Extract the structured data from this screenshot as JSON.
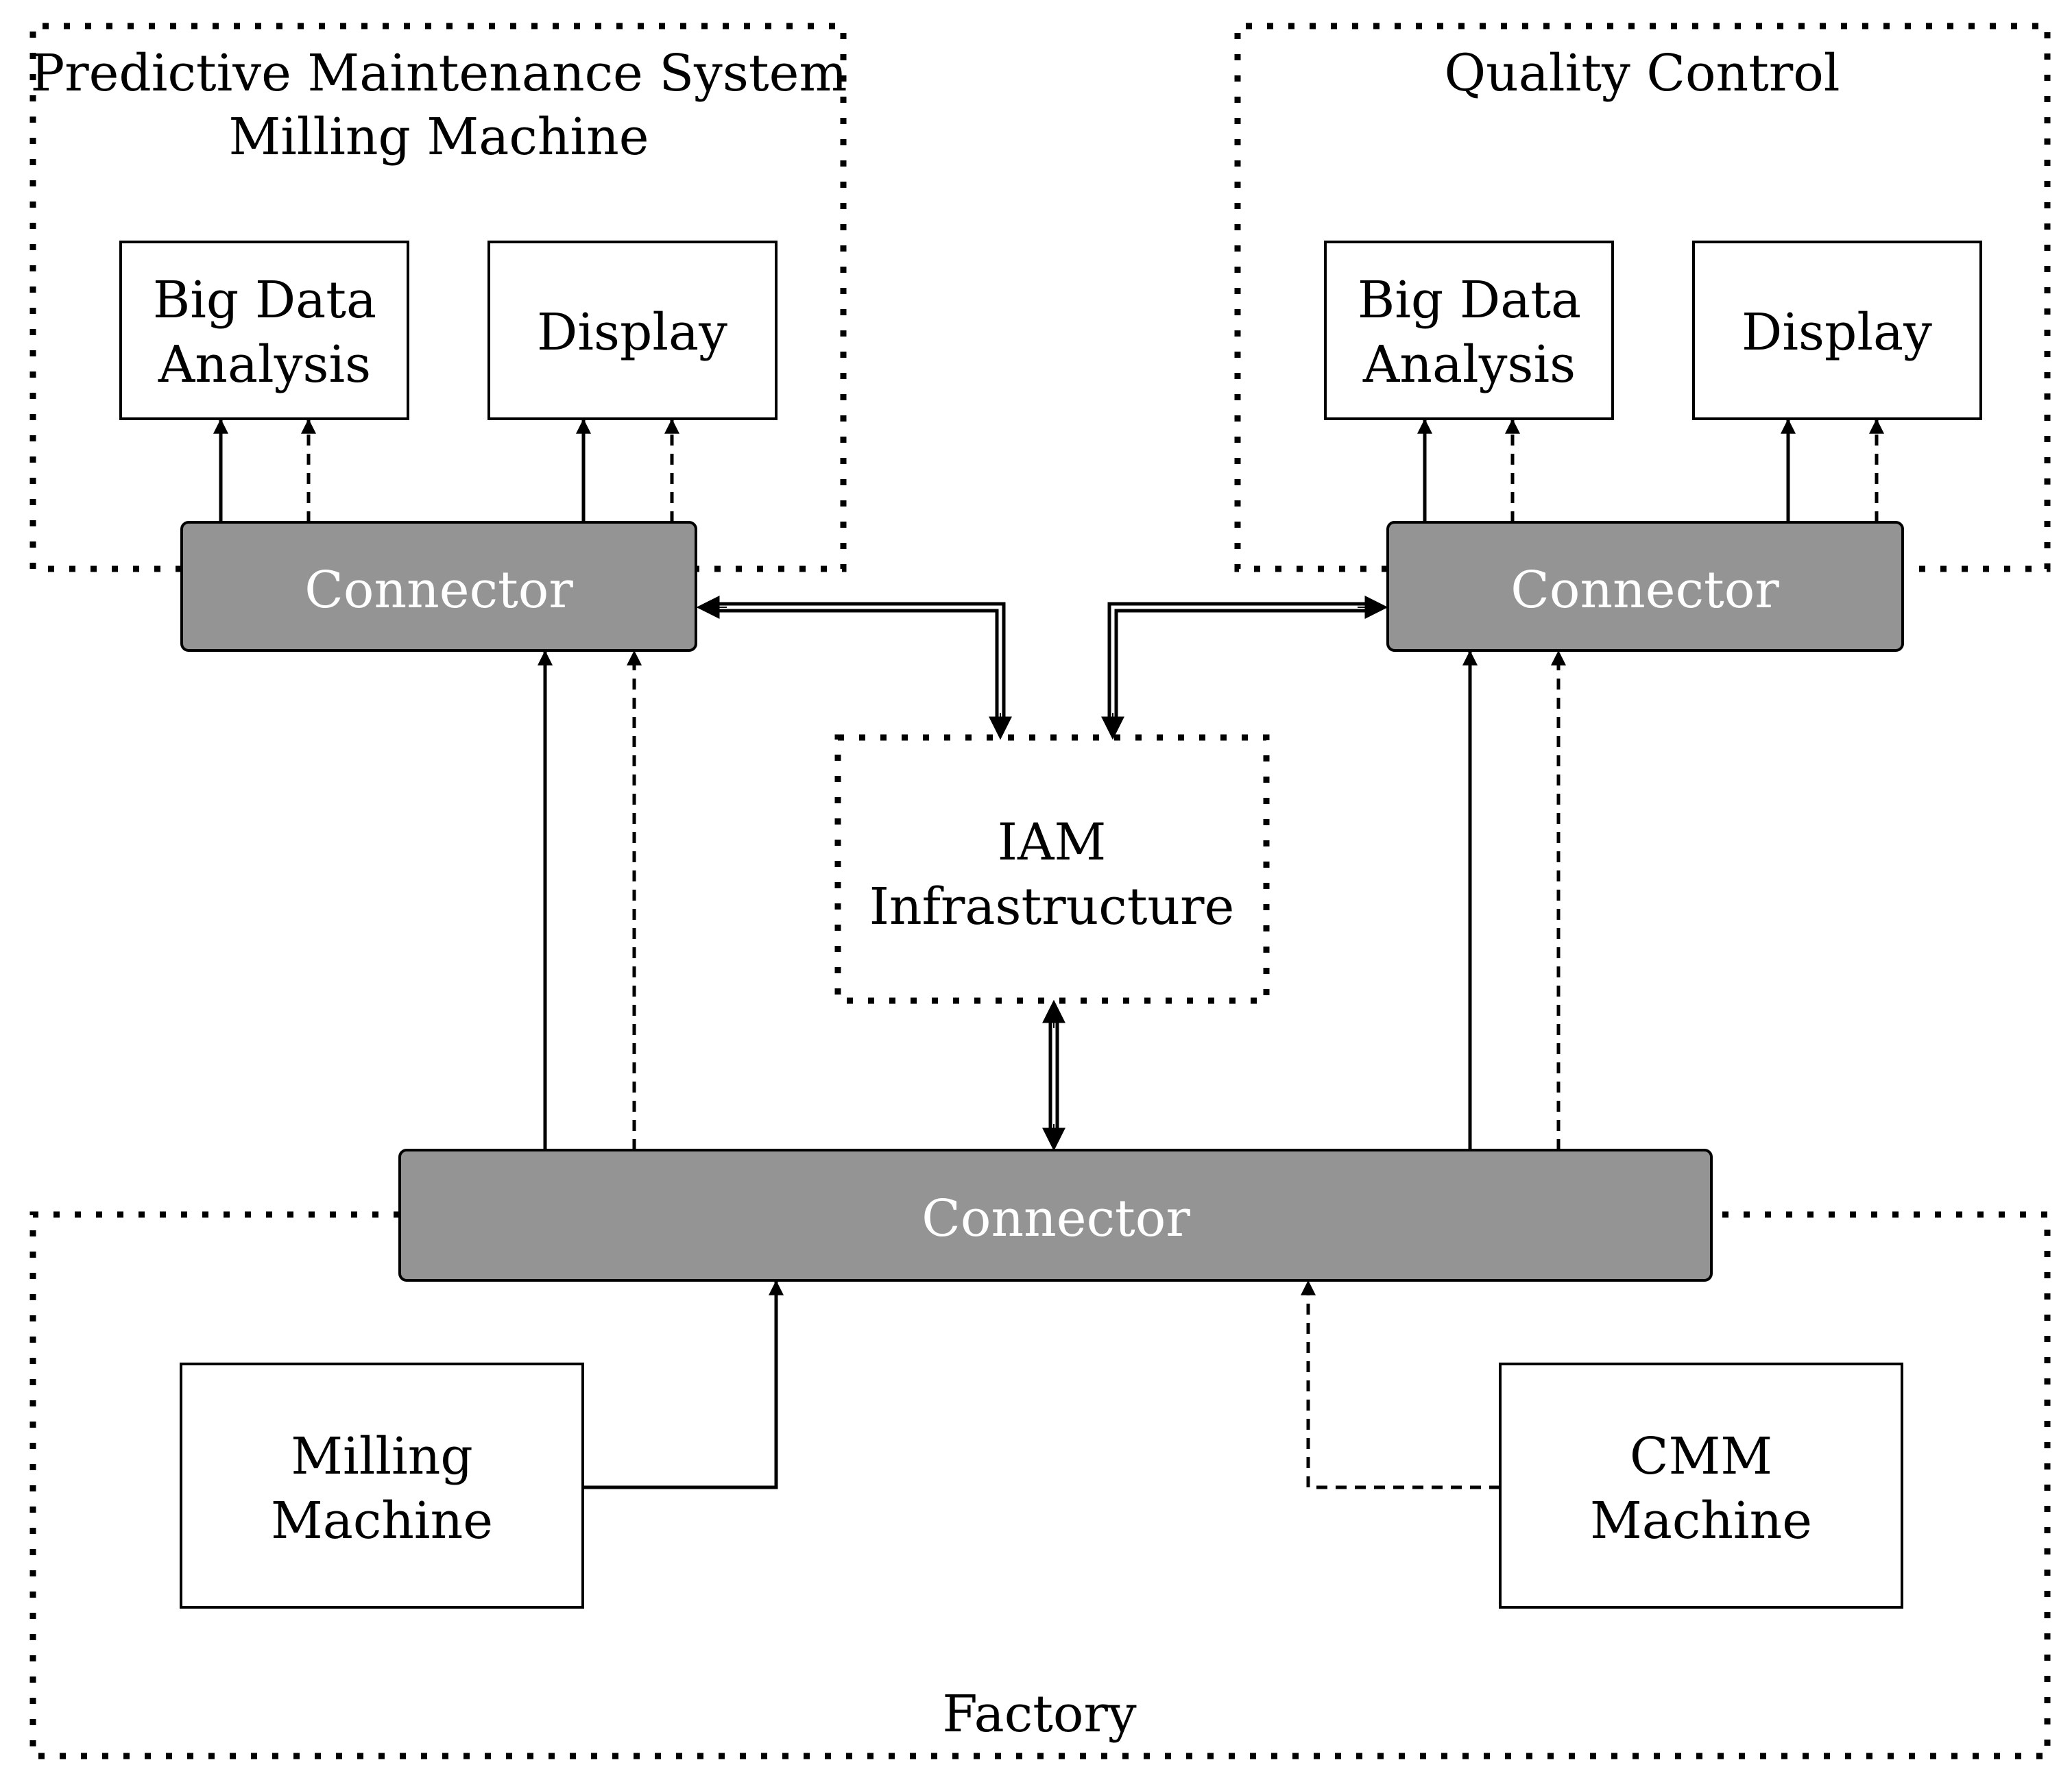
{
  "colors": {
    "stroke": "#000000",
    "connector_fill": "#949494",
    "connector_text": "#ffffff",
    "box_fill": "#ffffff",
    "text": "#000000"
  },
  "groups": {
    "predictive_maintenance": {
      "title_line1": "Predictive Maintenance System",
      "title_line2": "Milling Machine"
    },
    "quality_control": {
      "title": "Quality Control"
    },
    "factory": {
      "title": "Factory"
    }
  },
  "boxes": {
    "left_big_data": {
      "line1": "Big Data",
      "line2": "Analysis"
    },
    "left_display": {
      "label": "Display"
    },
    "right_big_data": {
      "line1": "Big Data",
      "line2": "Analysis"
    },
    "right_display": {
      "label": "Display"
    },
    "iam": {
      "line1": "IAM",
      "line2": "Infrastructure"
    },
    "milling_machine": {
      "line1": "Milling",
      "line2": "Machine"
    },
    "cmm_machine": {
      "line1": "CMM",
      "line2": "Machine"
    }
  },
  "connectors": {
    "left": {
      "label": "Connector"
    },
    "right": {
      "label": "Connector"
    },
    "bottom": {
      "label": "Connector"
    }
  }
}
